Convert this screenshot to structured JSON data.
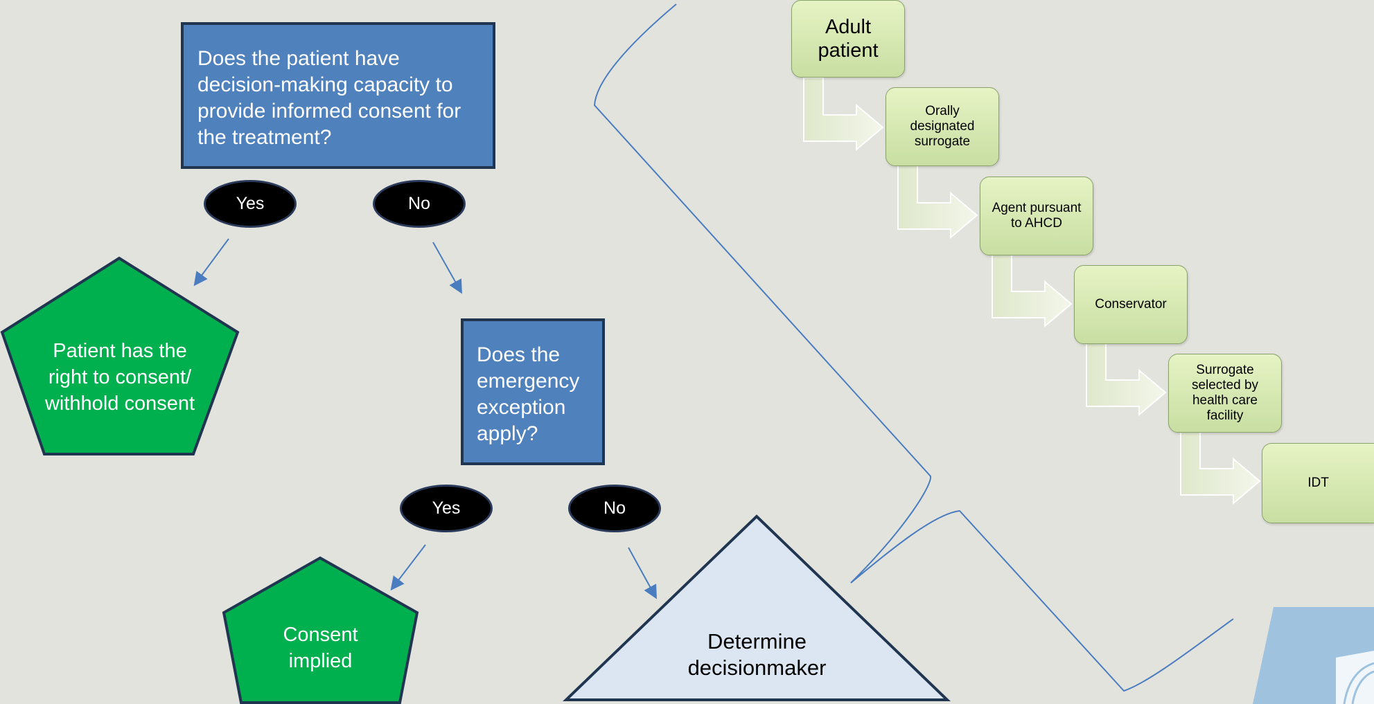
{
  "flowchart": {
    "q1": "Does the patient have decision-making capacity to provide informed consent for the treatment?",
    "q1_yes": "Yes",
    "q1_no": "No",
    "result_capacity": "Patient has the right to consent/ withhold consent",
    "q2": "Does the emergency exception apply?",
    "q2_yes": "Yes",
    "q2_no": "No",
    "result_emergency": "Consent implied",
    "result_determine": "Determine decisionmaker"
  },
  "hierarchy": {
    "steps": [
      "Adult patient",
      "Orally designated surrogate",
      "Agent pursuant to AHCD",
      "Conservator",
      "Surrogate selected by health care facility",
      "IDT"
    ]
  },
  "colors": {
    "background": "#e3e3dd",
    "question_box": "#4f81bd",
    "result_pentagon": "#00b04f",
    "triangle": "#dce6f2",
    "stair_box": "#d7e6b5",
    "connector": "#4a7cc0"
  }
}
